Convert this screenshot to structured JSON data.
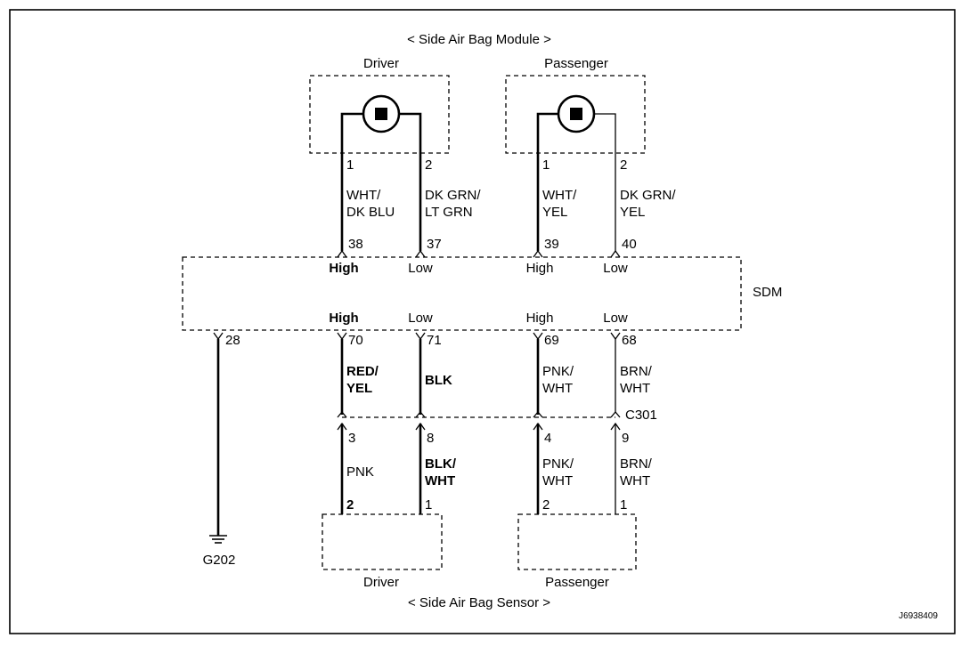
{
  "titles": {
    "module": "< Side Air Bag Module >",
    "sensor": "< Side Air Bag Sensor >"
  },
  "module_labels": {
    "driver": "Driver",
    "passenger": "Passenger"
  },
  "sensor_labels": {
    "driver": "Driver",
    "passenger": "Passenger"
  },
  "sdm": {
    "name": "SDM",
    "top_pins": {
      "driver_high": "High",
      "driver_low": "Low",
      "passenger_high": "High",
      "passenger_low": "Low"
    },
    "bottom_pins": {
      "driver_high": "High",
      "driver_low": "Low",
      "passenger_high": "High",
      "passenger_low": "Low"
    }
  },
  "module_pins": {
    "driver_1": "1",
    "driver_2": "2",
    "passenger_1": "1",
    "passenger_2": "2"
  },
  "sdm_top_pin_numbers": {
    "p38": "38",
    "p37": "37",
    "p39": "39",
    "p40": "40"
  },
  "sdm_bottom_pin_numbers": {
    "p28": "28",
    "p70": "70",
    "p71": "71",
    "p69": "69",
    "p68": "68"
  },
  "wires_top": {
    "w1_l1": "WHT/",
    "w1_l2": "DK BLU",
    "w2_l1": "DK GRN/",
    "w2_l2": "LT GRN",
    "w3_l1": "WHT/",
    "w3_l2": "YEL",
    "w4_l1": "DK GRN/",
    "w4_l2": "YEL"
  },
  "wires_mid": {
    "w1_l1": "RED/",
    "w1_l2": "YEL",
    "w2_l1": "BLK",
    "w3_l1": "PNK/",
    "w3_l2": "WHT",
    "w4_l1": "BRN/",
    "w4_l2": "WHT"
  },
  "connector": {
    "name": "C301",
    "pins": {
      "p3": "3",
      "p8": "8",
      "p4": "4",
      "p9": "9"
    }
  },
  "wires_low": {
    "w1_l1": "PNK",
    "w2_l1": "BLK/",
    "w2_l2": "WHT",
    "w3_l1": "PNK/",
    "w3_l2": "WHT",
    "w4_l1": "BRN/",
    "w4_l2": "WHT"
  },
  "sensor_pins": {
    "driver_2": "2",
    "driver_1": "1",
    "passenger_2": "2",
    "passenger_1": "1"
  },
  "ground": {
    "name": "G202"
  },
  "figure_id": "J6938409"
}
